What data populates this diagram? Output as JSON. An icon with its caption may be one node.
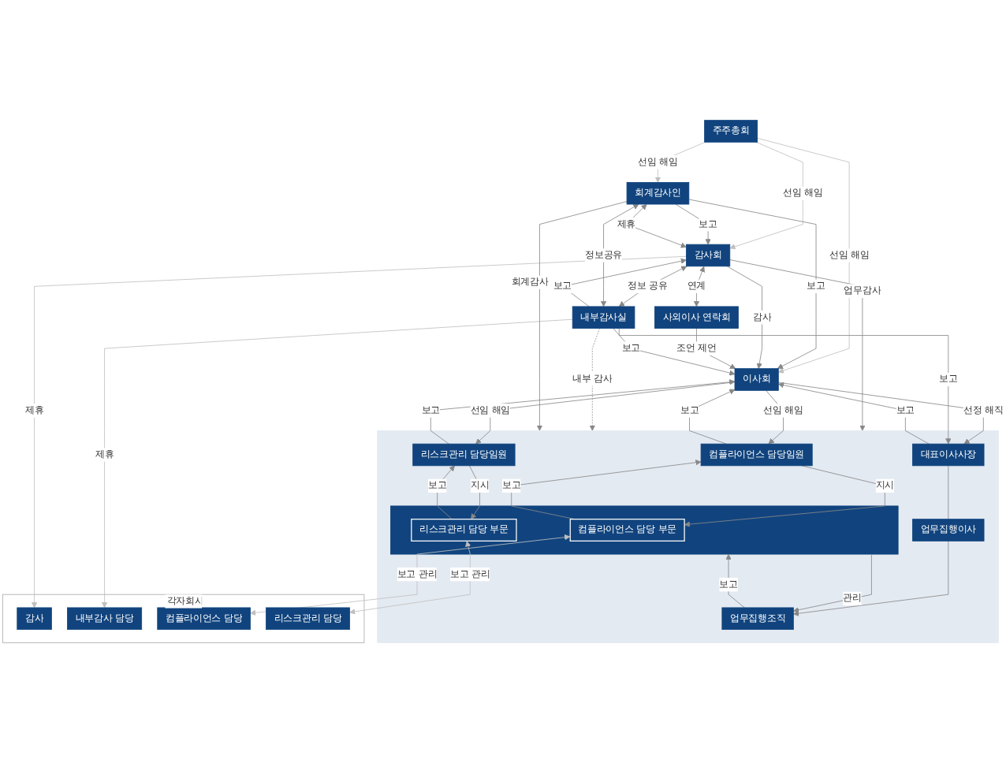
{
  "diagram": {
    "nodes": [
      {
        "text": [
          "주주총회"
        ]
      },
      {
        "text": [
          "회계감사인"
        ]
      },
      {
        "text": [
          "이사회"
        ]
      },
      {
        "text": [
          "감사회"
        ]
      },
      {
        "text": [
          "사외이사 연락회"
        ]
      },
      {
        "text": [],
        "shape": "box"
      },
      {
        "text": [
          "내부감사실"
        ]
      },
      {
        "text": [
          "대표이사사장"
        ],
        "in": 5
      },
      {
        "text": [
          "컴플라이언스 담당임원"
        ],
        "in": 5
      },
      {
        "text": [
          "리스크관리 담당임원"
        ],
        "in": 5
      },
      {
        "text": [
          "업무집행이사"
        ],
        "in": 5
      },
      {
        "text": [],
        "shape": "box",
        "in": 5
      },
      {
        "text": [
          "컴플라이언스 담당 부문"
        ],
        "in": 11
      },
      {
        "text": [
          "리스크관리 담당 부문"
        ],
        "in": 11
      },
      {
        "text": [
          "업무집행조직"
        ],
        "in": 5
      },
      {
        "text": [
          "각자회사"
        ]
      },
      {
        "text": [
          "감사"
        ],
        "in": 15
      },
      {
        "text": [
          "내부감사 담당"
        ],
        "in": 15
      },
      {
        "text": [
          "컴플라이언스 담당"
        ],
        "in": 15
      },
      {
        "text": [
          "리스크관리 담당"
        ],
        "in": 15
      }
    ],
    "edges": [
      {
        "from": 0,
        "to": 1,
        "arrow": "to",
        "label": "선임 해임",
        "color": "#bfbfbf"
      },
      {
        "from": 0,
        "to": 3,
        "arrow": "to",
        "label": "선임 해임",
        "color": "#bfbfbf"
      },
      {
        "from": 0,
        "to": 2,
        "arrow": "to",
        "label": "선임 해임",
        "color": "#bfbfbf"
      },
      {
        "from": 1,
        "to": 2,
        "arrow": "to",
        "label": "보고"
      },
      {
        "from": 3,
        "to": 2,
        "arrow": "to",
        "label": "감사"
      },
      {
        "from": 4,
        "to": 2,
        "arrow": "to",
        "label": "조언 제언"
      },
      {
        "from": 3,
        "to": 4,
        "arrow": "both",
        "label": "연계"
      },
      {
        "from": 1,
        "to": 3,
        "arrow": "to",
        "label": "보고"
      },
      {
        "from": 3,
        "to": 5,
        "arrow": "to",
        "label": "업무감사"
      },
      {
        "from": 6,
        "to": 2,
        "arrow": "to",
        "label": "보고"
      },
      {
        "from": 8,
        "to": 2,
        "arrow": "to",
        "label": "보고"
      },
      {
        "from": 2,
        "to": 8,
        "arrow": "to",
        "label": "선임 해임"
      },
      {
        "from": 9,
        "to": 2,
        "arrow": "to",
        "label": "보고"
      },
      {
        "from": 2,
        "to": 9,
        "arrow": "to",
        "label": "선임 해임"
      },
      {
        "from": 7,
        "to": 2,
        "arrow": "to",
        "label": "보고"
      },
      {
        "from": 2,
        "to": 7,
        "arrow": "to",
        "label": "선정 해직"
      },
      {
        "from": 3,
        "to": 6,
        "arrow": "both",
        "label": "정보 공유"
      },
      {
        "from": 6,
        "to": 7,
        "arrow": "to",
        "label": "보고"
      },
      {
        "from": 1,
        "to": 3,
        "arrow": "both",
        "label": "제휴"
      },
      {
        "from": 6,
        "to": 3,
        "arrow": "to",
        "label": "보고"
      },
      {
        "from": 6,
        "to": 5,
        "arrow": "to",
        "label": "내부 감사",
        "style": "dashed"
      },
      {
        "from": 1,
        "to": 6,
        "arrow": "both",
        "label": "정보공유"
      },
      {
        "from": 1,
        "to": 5,
        "arrow": "to",
        "label": "회계감사"
      },
      {
        "from": 7,
        "to": 10,
        "arrow": "none"
      },
      {
        "from": 10,
        "to": 14,
        "arrow": "to"
      },
      {
        "from": 12,
        "to": 8,
        "arrow": "to",
        "label": "보고"
      },
      {
        "from": 8,
        "to": 12,
        "arrow": "to",
        "label": "지시"
      },
      {
        "from": 13,
        "to": 9,
        "arrow": "to",
        "label": "보고"
      },
      {
        "from": 9,
        "to": 13,
        "arrow": "to",
        "label": "지시"
      },
      {
        "from": 11,
        "to": 14,
        "arrow": "to",
        "label": "관리"
      },
      {
        "from": 14,
        "to": 11,
        "arrow": "to",
        "label": "보고"
      },
      {
        "from": 3,
        "to": 16,
        "arrow": "to",
        "label": "제휴",
        "color": "#bfbfbf"
      },
      {
        "from": 6,
        "to": 17,
        "arrow": "to",
        "label": "제휴",
        "color": "#bfbfbf"
      },
      {
        "from": 12,
        "to": 18,
        "arrow": "both",
        "label": "보고 관리",
        "color": "#bfbfbf"
      },
      {
        "from": 13,
        "to": 19,
        "arrow": "both",
        "label": "보고 관리",
        "color": "#bfbfbf"
      }
    ]
  }
}
